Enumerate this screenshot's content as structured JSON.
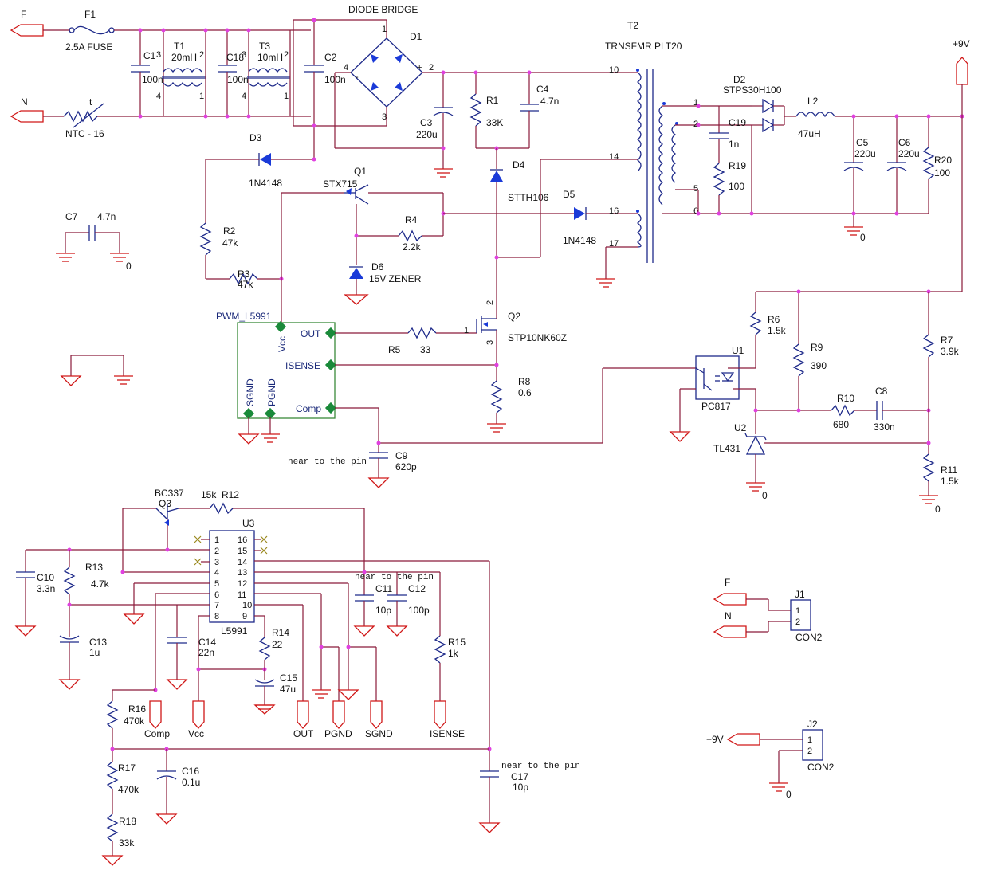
{
  "input": {
    "f": "F",
    "n": "N",
    "fuse_ref": "F1",
    "fuse_val": "2.5A FUSE",
    "ntc": "NTC - 16"
  },
  "filter": {
    "c1_ref": "C1",
    "c1_val": "100n",
    "t1_ref": "T1",
    "t1_val": "20mH",
    "c18_ref": "C18",
    "c18_val": "100n",
    "t3_ref": "T3",
    "t3_val": "10mH",
    "c2_ref": "C2",
    "c2_val": "100n",
    "pins": [
      "1",
      "4",
      "3",
      "2",
      "1",
      "4",
      "3",
      "2"
    ]
  },
  "bridge": {
    "title": "DIODE BRIDGE",
    "ref": "D1",
    "p1": "1",
    "p2": "2",
    "p3": "3",
    "p4": "4",
    "plus": "+",
    "minus": "-"
  },
  "primary": {
    "c3_ref": "C3",
    "c3_val": "220u",
    "r1_ref": "R1",
    "r1_val": "33K",
    "c4_ref": "C4",
    "c4_val": "4.7n",
    "d4_ref": "D4",
    "d4_val": "STTH106",
    "d3_ref": "D3",
    "d3_val": "1N4148",
    "q1_ref": "Q1",
    "q1_val": "STX715",
    "r4_ref": "R4",
    "r4_val": "2.2k",
    "r2_ref": "R2",
    "r2_val": "47k",
    "r3_ref": "R3",
    "r3_val": "47k",
    "d6_ref": "D6",
    "d6_val": "15V ZENER",
    "d5_ref": "D5",
    "d5_val": "1N4148",
    "c7_ref": "C7",
    "c7_val": "4.7n",
    "c7_gnd": "0",
    "q2_ref": "Q2",
    "q2_val": "STP10NK60Z",
    "q2_p1": "1",
    "q2_p2": "2",
    "q2_p3": "3",
    "r5_ref": "R5",
    "r5_val": "33",
    "r8_ref": "R8",
    "r8_val": "0.6",
    "c9_ref": "C9",
    "c9_val": "620p",
    "c9_note": "near to the pin"
  },
  "pwm": {
    "name": "PWM_L5991",
    "vcc": "Vcc",
    "out": "OUT",
    "isense": "ISENSE",
    "comp": "Comp",
    "sgnd": "SGND",
    "pgnd": "PGND"
  },
  "transformer": {
    "ref": "T2",
    "val": "TRNSFMR PLT20",
    "pins": [
      "10",
      "14",
      "16",
      "17",
      "1",
      "2",
      "5",
      "6"
    ]
  },
  "secondary": {
    "d2_ref": "D2",
    "d2_val": "STPS30H100",
    "l2_ref": "L2",
    "l2_val": "47uH",
    "c19_ref": "C19",
    "c19_val": "1n",
    "r19_ref": "R19",
    "r19_val": "100",
    "c5_ref": "C5",
    "c5_val": "220u",
    "c6_ref": "C6",
    "c6_val": "220u",
    "r20_ref": "R20",
    "r20_val": "100",
    "vout": "+9V",
    "gnd0": "0"
  },
  "feedback": {
    "r6_ref": "R6",
    "r6_val": "1.5k",
    "u1_ref": "U1",
    "u1_val": "PC817",
    "r9_ref": "R9",
    "r9_val": "390",
    "r10_ref": "R10",
    "r10_val": "680",
    "c8_ref": "C8",
    "c8_val": "330n",
    "r7_ref": "R7",
    "r7_val": "3.9k",
    "u2_ref": "U2",
    "u2_val": "TL431",
    "r11_ref": "R11",
    "r11_val": "1.5k",
    "g1": "0",
    "g2": "0"
  },
  "u3": {
    "ref": "U3",
    "name": "L5991",
    "left_pins": [
      "1",
      "2",
      "3",
      "4",
      "5",
      "6",
      "7",
      "8"
    ],
    "right_pins": [
      "16",
      "15",
      "14",
      "13",
      "12",
      "11",
      "10",
      "9"
    ],
    "q3_ref": "Q3",
    "q3_val": "BC337",
    "r12_ref": "R12",
    "r12_val": "15k",
    "c10_ref": "C10",
    "c10_val": "3.3n",
    "r13_ref": "R13",
    "r13_val": "4.7k",
    "c13_ref": "C13",
    "c13_val": "1u",
    "c14_ref": "C14",
    "c14_val": "22n",
    "r14_ref": "R14",
    "r14_val": "22",
    "c15_ref": "C15",
    "c15_val": "47u",
    "c11_ref": "C11",
    "c11_val": "10p",
    "c12_ref": "C12",
    "c12_val": "100p",
    "note1": "near to the pin",
    "r15_ref": "R15",
    "r15_val": "1k",
    "r16_ref": "R16",
    "r16_val": "470k",
    "r17_ref": "R17",
    "r17_val": "470k",
    "r18_ref": "R18",
    "r18_val": "33k",
    "c16_ref": "C16",
    "c16_val": "0.1u",
    "c17_ref": "C17",
    "c17_val": "10p",
    "note2": "near to the pin",
    "ports": [
      "Comp",
      "Vcc",
      "OUT",
      "PGND",
      "SGND",
      "ISENSE"
    ]
  },
  "connectors": {
    "j1_ref": "J1",
    "j1_val": "CON2",
    "j1_f": "F",
    "j1_n": "N",
    "j1_p1": "1",
    "j1_p2": "2",
    "j2_ref": "J2",
    "j2_val": "CON2",
    "j2_v": "+9V",
    "j2_p1": "1",
    "j2_p2": "2",
    "j2_gnd": "0"
  }
}
